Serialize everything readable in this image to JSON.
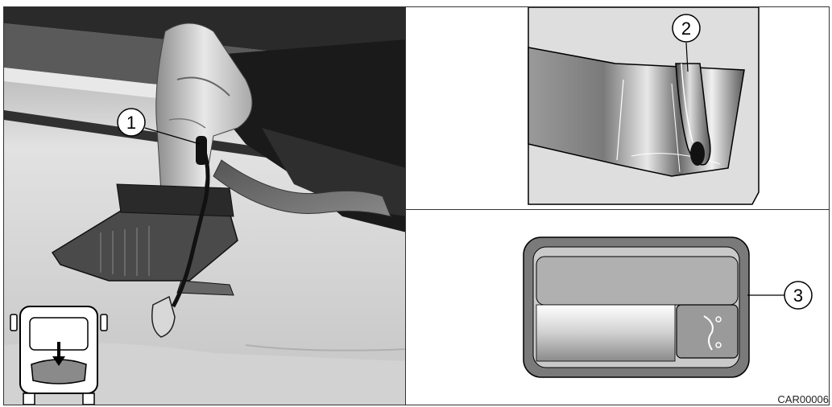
{
  "callouts": {
    "one": "1",
    "two": "2",
    "three": "3"
  },
  "figure_code": "CAR00006",
  "icons": {
    "vehicle_topview": "vehicle-rear-topview-icon",
    "arrow": "down-arrow-icon",
    "release_symbol": "trunk-open-icon"
  },
  "colors": {
    "line": "#000000",
    "photo_dark": "#1a1a1a",
    "photo_light": "#c8c8c8"
  }
}
